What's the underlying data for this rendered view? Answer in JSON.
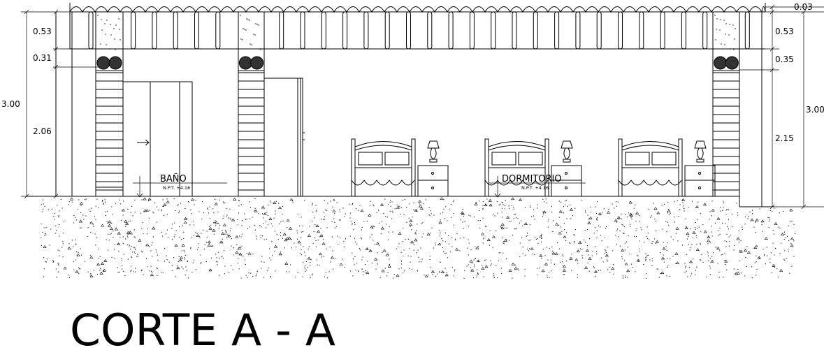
{
  "drawing": {
    "title": "CORTE A - A",
    "rooms": {
      "bano": {
        "label": "BAÑO",
        "npt": "N.P.T. +4.16"
      },
      "dormitorio": {
        "label": "DORMITORIO",
        "npt": "N.P.T. +4.16"
      }
    },
    "dims_left": {
      "overall": "3.00",
      "top": "0.53",
      "middle": "0.31",
      "bottom": "2.06"
    },
    "dims_right": {
      "roof": "0.03",
      "top": "0.53",
      "middle": "0.35",
      "bottom": "2.15",
      "overall": "3.00"
    }
  }
}
